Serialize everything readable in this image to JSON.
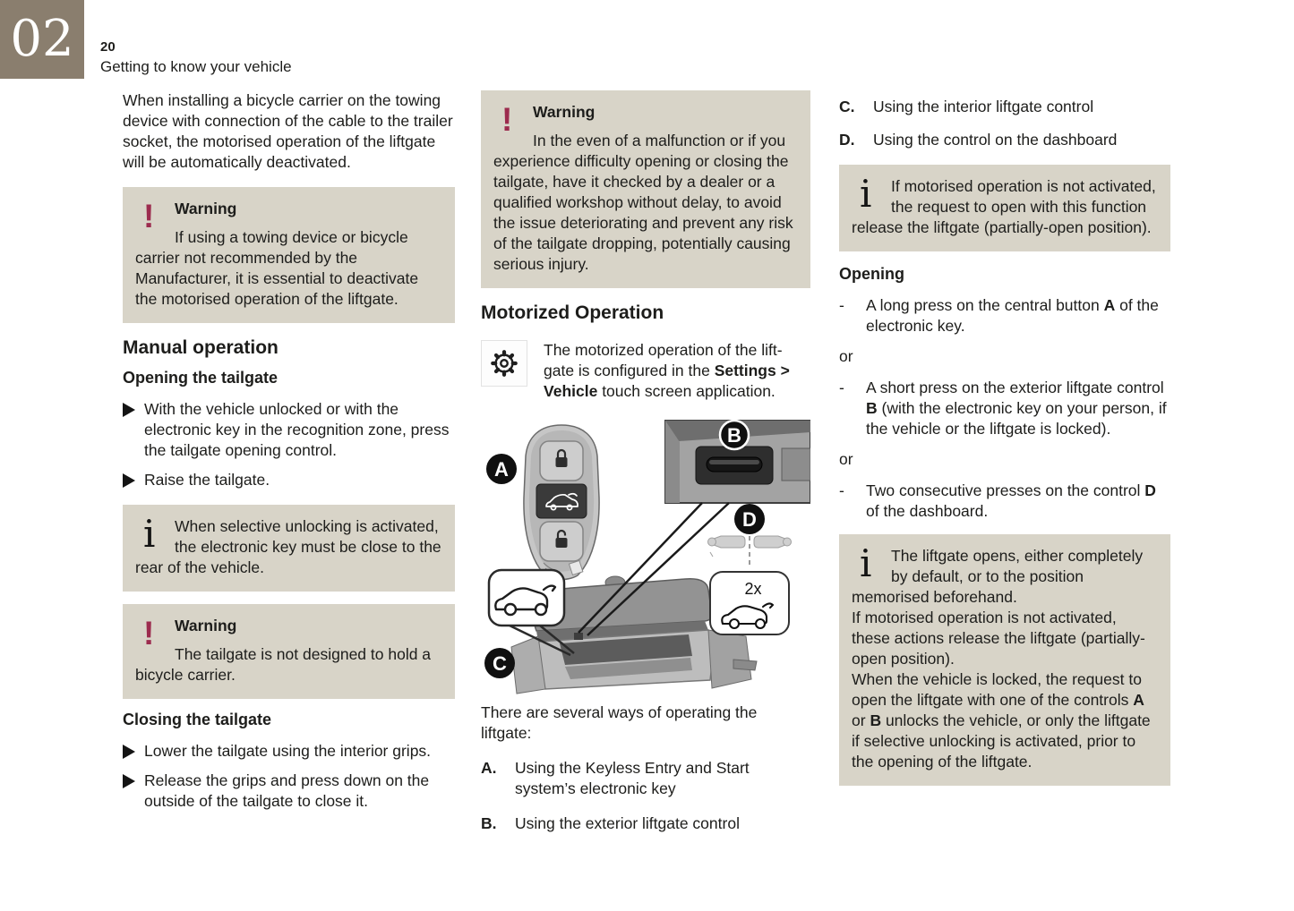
{
  "header": {
    "chapter": "02",
    "page_number": "20",
    "section_title": "Getting to know your vehicle"
  },
  "colors": {
    "accent": "#9c2b4e",
    "box_bg": "#d8d4c8",
    "badge_bg": "#8a7e6e"
  },
  "col1": {
    "intro": "When installing a bicycle carrier on the towing device with connection of the cable to the trailer socket, the motorised operation of the liftgate will be automatically deactivated.",
    "warning1": {
      "icon": "!",
      "title": "Warning",
      "body": "If using a towing device or bicycle carrier not recommended by the Manufacturer, it is essential to deactivate the motorised operation of the liftgate."
    },
    "heading": "Manual operation",
    "sub_opening": "Opening the tailgate",
    "bullets_opening": [
      "With the vehicle unlocked or with the electronic key in the recognition zone, press the tailgate opening control.",
      "Raise the tailgate."
    ],
    "info1": {
      "icon": "i",
      "body": "When selective unlocking is activated, the electronic key must be close to the rear of the vehicle."
    },
    "warning2": {
      "icon": "!",
      "title": "Warning",
      "body": "The tailgate is not designed to hold a bicycle carrier."
    },
    "sub_closing": "Closing the tailgate",
    "bullets_closing": [
      "Lower the tailgate using the interior grips.",
      "Release the grips and press down on the outside of the tailgate to close it."
    ]
  },
  "col2": {
    "warning": {
      "icon": "!",
      "title": "Warning",
      "body": "In the even of a malfunction or if you experience difficulty opening or closing the tailgate, have it checked by a dealer or a qualified workshop without delay, to avoid the issue deteriorating and prevent any risk of the tailgate dropping, potentially causing serious injury."
    },
    "heading": "Motorized Operation",
    "gear_note": {
      "pre": "The motorized operation of the lift-gate is configured in the ",
      "bold": "Settings > Vehicle",
      "post": " touch screen application."
    },
    "figure": {
      "labels": {
        "a": "A",
        "b": "B",
        "c": "C",
        "d": "D"
      },
      "d_caption": "2x"
    },
    "ways_intro": "There are several ways of operating the liftgate:",
    "ways": [
      {
        "key": "A.",
        "text": "Using the Keyless Entry and Start system’s electronic key"
      },
      {
        "key": "B.",
        "text": "Using the exterior liftgate control"
      }
    ]
  },
  "col3": {
    "ways": [
      {
        "key": "C.",
        "text": "Using the interior liftgate control"
      },
      {
        "key": "D.",
        "text": "Using the control on the dashboard"
      }
    ],
    "info1": {
      "icon": "i",
      "body": "If motorised operation is not activated, the request to open with this function release the liftgate (partially-open position)."
    },
    "sub_opening": "Opening",
    "item1": {
      "dash": "-",
      "pre": "A long press on the central button ",
      "bold": "A",
      "post": " of the electronic key."
    },
    "or1": "or",
    "item2": {
      "dash": "-",
      "pre": "A short press on the exterior liftgate control ",
      "bold": "B",
      "post": " (with the electronic key on your person, if the vehicle or the liftgate is locked)."
    },
    "or2": "or",
    "item3": {
      "dash": "-",
      "pre": "Two consecutive presses on the control ",
      "bold": "D",
      "post": " of the dashboard."
    },
    "info2": {
      "icon": "i",
      "s1": "The liftgate opens, either completely by default, or to the position memorised beforehand.",
      "s2": "If motorised operation is not activated, these actions release the liftgate (partially-open position).",
      "s3": {
        "pre": "When the vehicle is locked, the request to open the liftgate with one of the controls ",
        "bold1": "A",
        "mid": " or ",
        "bold2": "B",
        "post": " unlocks the vehicle, or only the liftgate if selective unlocking is activated, prior to the opening of the liftgate."
      }
    }
  }
}
